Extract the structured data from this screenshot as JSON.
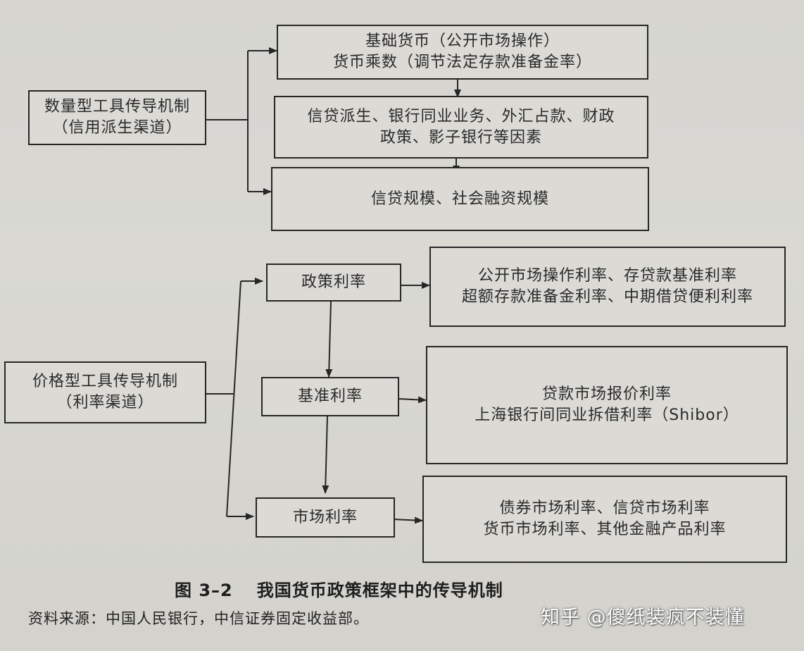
{
  "diagram": {
    "quantity": {
      "root": {
        "line1": "数量型工具传导机制",
        "line2": "（信用派生渠道）"
      },
      "nodes": [
        {
          "line1": "基础货币（公开市场操作）",
          "line2": "货币乘数（调节法定存款准备金率）"
        },
        {
          "line1": "信贷派生、银行同业业务、外汇占款、财政",
          "line2": "政策、影子银行等因素"
        },
        {
          "line1": "信贷规模、社会融资规模"
        }
      ]
    },
    "price": {
      "root": {
        "line1": "价格型工具传导机制",
        "line2": "（利率渠道）"
      },
      "rates": [
        {
          "label": "政策利率"
        },
        {
          "label": "基准利率"
        },
        {
          "label": "市场利率"
        }
      ],
      "details": [
        {
          "line1": "公开市场操作利率、存贷款基准利率",
          "line2": "超额存款准备金利率、中期借贷便利利率"
        },
        {
          "line1": "贷款市场报价利率",
          "line2": "上海银行间同业拆借利率（Shibor）"
        },
        {
          "line1": "债券市场利率、信贷市场利率",
          "line2": "货币市场利率、其他金融产品利率"
        }
      ]
    },
    "caption": {
      "number": "图 3–2",
      "title": "我国货币政策框架中的传导机制"
    },
    "source": "资料来源：中国人民银行，中信证券固定收益部。",
    "watermark": "知乎 @傻纸装疯不装懂",
    "colors": {
      "line": "#262626",
      "paper": "#d8d7d2",
      "box_fill": "#dbdad5"
    }
  }
}
